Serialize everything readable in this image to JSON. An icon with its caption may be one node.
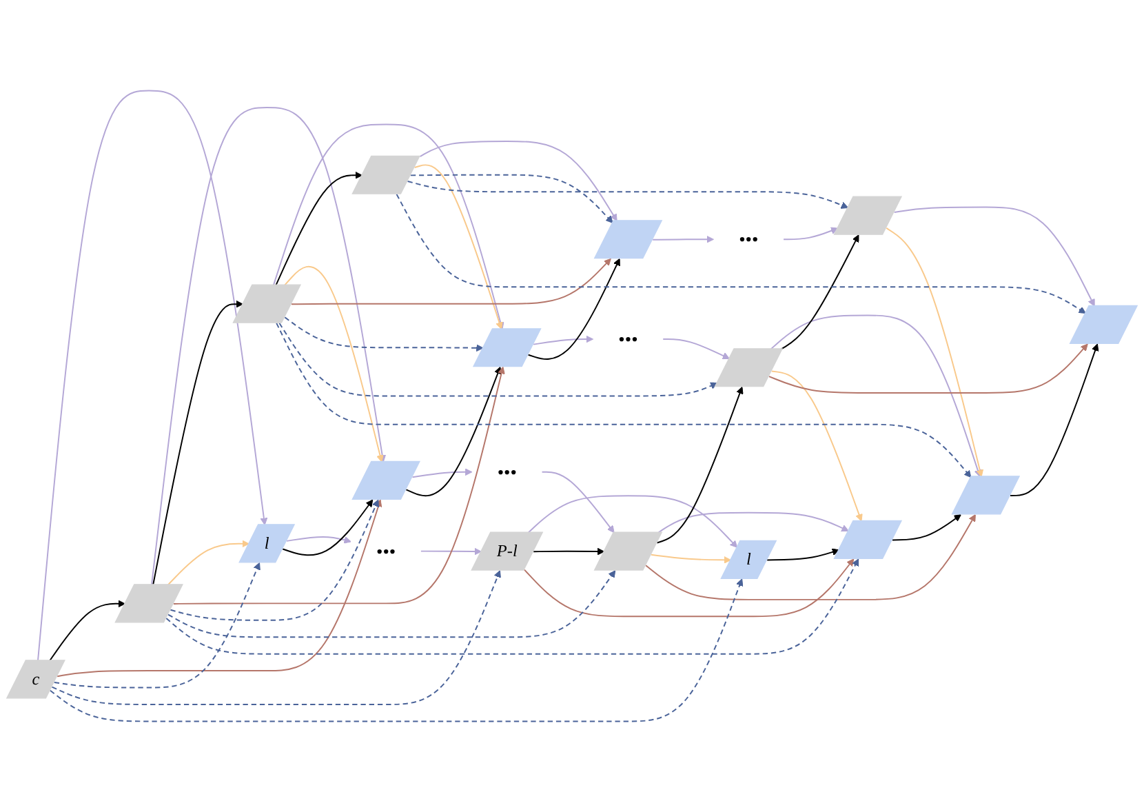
{
  "diagram": {
    "nodes": [
      {
        "text": [],
        "shape": "parallelogram"
      },
      {
        "text": [],
        "shape": "parallelogram"
      },
      {
        "text": [
          "•••"
        ]
      },
      {
        "text": [],
        "shape": "parallelogram"
      },
      {
        "text": [],
        "shape": "parallelogram"
      },
      {
        "text": [],
        "shape": "parallelogram"
      },
      {
        "text": [],
        "shape": "parallelogram"
      },
      {
        "text": [
          "•••"
        ]
      },
      {
        "text": [],
        "shape": "parallelogram"
      },
      {
        "text": [],
        "shape": "parallelogram"
      },
      {
        "text": [],
        "shape": "parallelogram"
      },
      {
        "text": [],
        "shape": "parallelogram"
      },
      {
        "text": [
          "•••"
        ]
      },
      {
        "text": [],
        "shape": "parallelogram"
      },
      {
        "text": [],
        "shape": "parallelogram"
      },
      {
        "text": [
          "c"
        ]
      },
      {
        "text": [
          "l"
        ]
      },
      {
        "text": [
          "•••"
        ]
      },
      {
        "text": [
          "P-l"
        ]
      },
      {
        "text": [
          "l"
        ]
      }
    ],
    "edges": [
      {
        "from": 0,
        "to": 1,
        "arrow": "to"
      },
      {
        "from": 1,
        "to": 2,
        "arrow": "to"
      },
      {
        "from": 2,
        "to": 3,
        "arrow": "to"
      },
      {
        "from": 3,
        "to": 4,
        "arrow": "to"
      },
      {
        "from": 5,
        "to": 6,
        "arrow": "to"
      },
      {
        "from": 6,
        "to": 7,
        "arrow": "to"
      },
      {
        "from": 7,
        "to": 8,
        "arrow": "to"
      },
      {
        "from": 8,
        "to": 9,
        "arrow": "to"
      },
      {
        "from": 10,
        "to": 11,
        "arrow": "to"
      },
      {
        "from": 11,
        "to": 12,
        "arrow": "to"
      },
      {
        "from": 12,
        "to": 13,
        "arrow": "to"
      },
      {
        "from": 13,
        "to": 14,
        "arrow": "to"
      },
      {
        "from": 15,
        "to": 16,
        "arrow": "to"
      },
      {
        "from": 16,
        "to": 17,
        "arrow": "to"
      },
      {
        "from": 17,
        "to": 18,
        "arrow": "to"
      },
      {
        "from": 18,
        "to": 19,
        "arrow": "to"
      },
      {
        "from": 5,
        "to": 0,
        "arrow": "to",
        "color": "#000000"
      },
      {
        "from": 6,
        "to": 1,
        "arrow": "to",
        "color": "#000000"
      },
      {
        "from": 8,
        "to": 3,
        "arrow": "to",
        "color": "#000000"
      },
      {
        "from": 9,
        "to": 4,
        "arrow": "to",
        "color": "#000000"
      },
      {
        "from": 10,
        "to": 5,
        "arrow": "to",
        "color": "#000000"
      },
      {
        "from": 11,
        "to": 6,
        "arrow": "to",
        "color": "#000000"
      },
      {
        "from": 13,
        "to": 8,
        "arrow": "to",
        "color": "#000000"
      },
      {
        "from": 14,
        "to": 9,
        "arrow": "to",
        "color": "#000000"
      },
      {
        "from": 15,
        "to": 10,
        "arrow": "to",
        "color": "#000000"
      },
      {
        "from": 16,
        "to": 11,
        "arrow": "to",
        "color": "#000000"
      },
      {
        "from": 18,
        "to": 13,
        "arrow": "to",
        "color": "#000000"
      },
      {
        "from": 19,
        "to": 14,
        "arrow": "to",
        "color": "#000000"
      },
      {
        "from": 0,
        "to": 6,
        "arrow": "to",
        "color": "#f9c98b"
      },
      {
        "from": 3,
        "to": 9,
        "arrow": "to",
        "color": "#f9c98b"
      },
      {
        "from": 5,
        "to": 11,
        "arrow": "to",
        "color": "#f9c98b"
      },
      {
        "from": 8,
        "to": 14,
        "arrow": "to",
        "color": "#f9c98b"
      },
      {
        "from": 10,
        "to": 16,
        "arrow": "to",
        "color": "#f9c98b"
      },
      {
        "from": 13,
        "to": 19,
        "arrow": "to",
        "color": "#f9c98b"
      },
      {
        "from": 5,
        "to": 1,
        "arrow": "to",
        "color": "#b5766a"
      },
      {
        "from": 8,
        "to": 4,
        "arrow": "to",
        "color": "#b5766a"
      },
      {
        "from": 10,
        "to": 6,
        "arrow": "to",
        "color": "#b5766a"
      },
      {
        "from": 13,
        "to": 9,
        "arrow": "to",
        "color": "#b5766a"
      },
      {
        "from": 15,
        "to": 11,
        "arrow": "to",
        "color": "#b5766a"
      },
      {
        "from": 18,
        "to": 14,
        "arrow": "to",
        "color": "#b5766a"
      },
      {
        "from": 0,
        "to": 1,
        "arrow": "to",
        "style": "dashed",
        "color": "#4a6399"
      },
      {
        "from": 0,
        "to": 3,
        "arrow": "to",
        "style": "dashed",
        "color": "#4a6399"
      },
      {
        "from": 0,
        "to": 4,
        "arrow": "to",
        "style": "dashed",
        "color": "#4a6399"
      },
      {
        "from": 5,
        "to": 6,
        "arrow": "to",
        "style": "dashed",
        "color": "#4a6399"
      },
      {
        "from": 5,
        "to": 8,
        "arrow": "to",
        "style": "dashed",
        "color": "#4a6399"
      },
      {
        "from": 5,
        "to": 9,
        "arrow": "to",
        "style": "dashed",
        "color": "#4a6399"
      },
      {
        "from": 10,
        "to": 11,
        "arrow": "to",
        "style": "dashed",
        "color": "#4a6399"
      },
      {
        "from": 10,
        "to": 13,
        "arrow": "to",
        "style": "dashed",
        "color": "#4a6399"
      },
      {
        "from": 10,
        "to": 14,
        "arrow": "to",
        "style": "dashed",
        "color": "#4a6399"
      },
      {
        "from": 15,
        "to": 16,
        "arrow": "to",
        "style": "dashed",
        "color": "#4a6399"
      },
      {
        "from": 15,
        "to": 18,
        "arrow": "to",
        "style": "dashed",
        "color": "#4a6399"
      },
      {
        "from": 15,
        "to": 19,
        "arrow": "to",
        "style": "dashed",
        "color": "#4a6399"
      }
    ]
  }
}
